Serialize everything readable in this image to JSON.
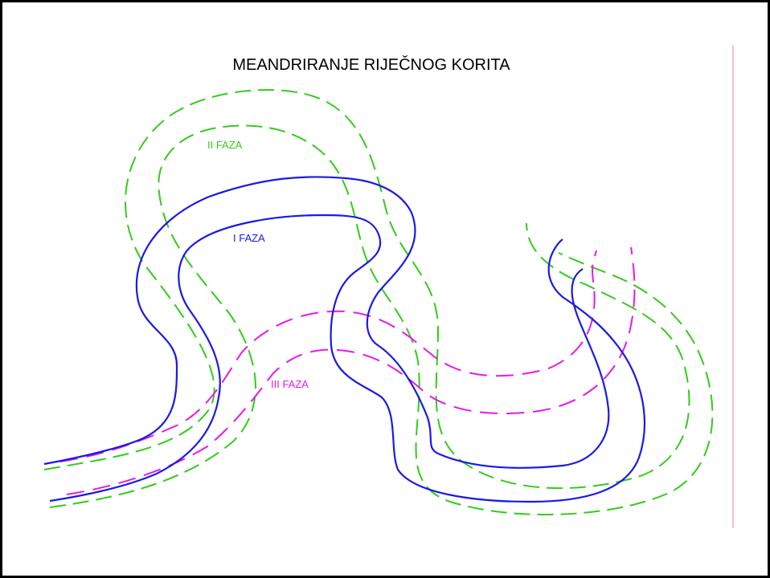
{
  "title": "MEANDRIRANJE RIJEČNOG KORITA",
  "labels": {
    "phase_1": "I FAZA",
    "phase_2": "II FAZA",
    "phase_3": "III  FAZA"
  },
  "colors": {
    "phase_1": "#1a1ae6",
    "phase_2": "#33cc1a",
    "phase_3": "#e61ae6",
    "edge_line": "#f08080"
  }
}
